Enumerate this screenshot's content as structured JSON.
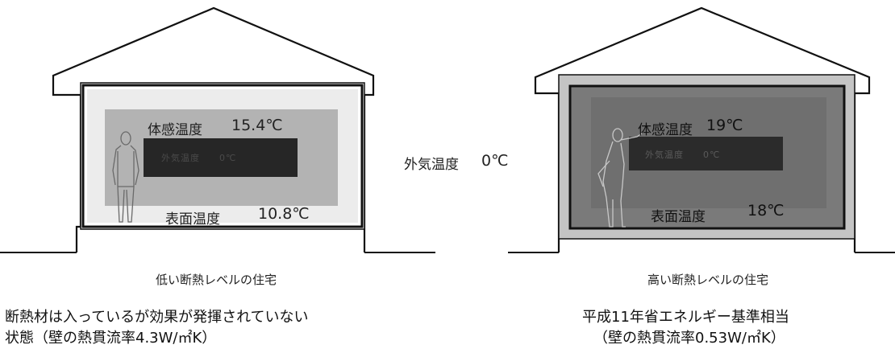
{
  "outdoor": {
    "label": "外気温度",
    "value": "0℃"
  },
  "left_house": {
    "perceived_label": "体感温度",
    "perceived_value": "15.4℃",
    "surface_label": "表面温度",
    "surface_value": "10.8℃",
    "display_text": "外気温度　　0℃",
    "caption": "低い断熱レベルの住宅",
    "description_line1": "断熱材は入っているが効果が発揮されていない",
    "description_line2": "状態（壁の熱貫流率4.3W/㎡K）"
  },
  "right_house": {
    "perceived_label": "体感温度",
    "perceived_value": "19℃",
    "surface_label": "表面温度",
    "surface_value": "18℃",
    "display_text": "外気温度　　0℃",
    "caption": "高い断熱レベルの住宅",
    "description_line1": "平成11年省エネルギー基準相当",
    "description_line2": "（壁の熱貫流率0.53W/㎡K）"
  },
  "colors": {
    "left_interior": "#b3b3b3",
    "right_interior": "#7a7a7a",
    "right_insulation": "#c4c4c4",
    "left_inner_frame": "#ececec",
    "display_bg": "#262626",
    "outline": "#111111"
  }
}
